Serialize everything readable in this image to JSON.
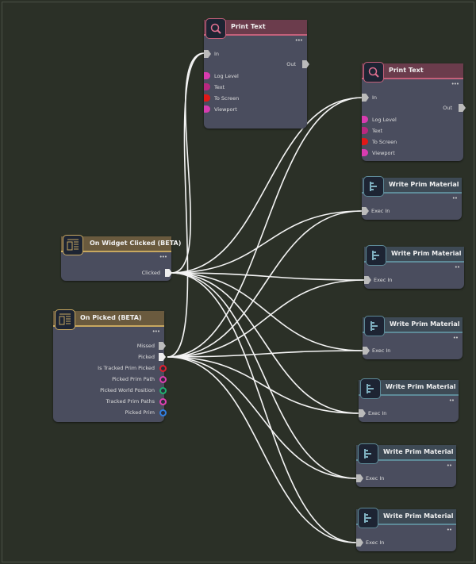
{
  "print_text_nodes": [
    {
      "title": "Print Text",
      "menu": "•••",
      "in": "In",
      "out": "Out",
      "inputs": [
        "Log Level",
        "Text",
        "To Screen",
        "Viewport"
      ]
    },
    {
      "title": "Print Text",
      "menu": "•••",
      "in": "In",
      "out": "Out",
      "inputs": [
        "Log Level",
        "Text",
        "To Screen",
        "Viewport"
      ]
    }
  ],
  "write_nodes": [
    {
      "title": "Write Prim Material",
      "menu": "••",
      "in": "Exec In"
    },
    {
      "title": "Write Prim Material",
      "menu": "••",
      "in": "Exec In"
    },
    {
      "title": "Write Prim Material",
      "menu": "••",
      "in": "Exec In"
    },
    {
      "title": "Write Prim Material",
      "menu": "••",
      "in": "Exec In"
    },
    {
      "title": "Write Prim Material",
      "menu": "••",
      "in": "Exec In"
    },
    {
      "title": "Write Prim Material",
      "menu": "••",
      "in": "Exec In"
    }
  ],
  "widget_node": {
    "title": "On Widget Clicked (BETA)",
    "menu": "•••",
    "out": "Clicked"
  },
  "picked_node": {
    "title": "On Picked (BETA)",
    "menu": "•••",
    "exec_outs": [
      "Missed",
      "Picked"
    ],
    "outputs": [
      {
        "label": "Is Tracked Prim Picked",
        "color": "#e02030"
      },
      {
        "label": "Picked Prim Path",
        "color": "#e040b0"
      },
      {
        "label": "Picked World Position",
        "color": "#20b070"
      },
      {
        "label": "Tracked Prim Paths",
        "color": "#e040b0"
      },
      {
        "label": "Picked Prim",
        "color": "#3080e0"
      }
    ]
  },
  "pin_colors": [
    "#d83cb0",
    "#b8287f",
    "#e01818",
    "#d83cb0"
  ]
}
